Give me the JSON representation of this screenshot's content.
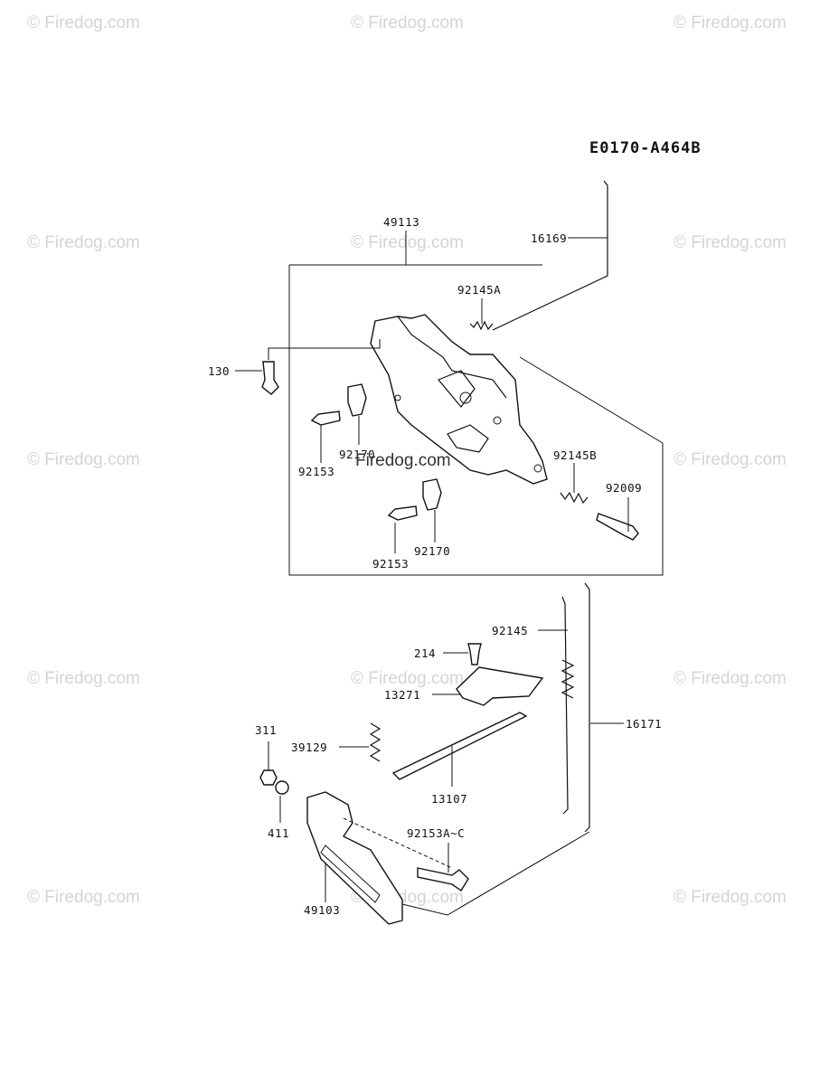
{
  "diagram_code": "E0170-A464B",
  "watermark_text": "© Firedog.com",
  "center_watermark": "Firedog.com",
  "parts": {
    "p16169": "16169",
    "p49113": "49113",
    "p92145A": "92145A",
    "p130": "130",
    "p92153_a": "92153",
    "p92170_a": "92170",
    "p92145B": "92145B",
    "p92009": "92009",
    "p92170_b": "92170",
    "p92153_b": "92153",
    "p92145": "92145",
    "p214": "214",
    "p13271": "13271",
    "p16171": "16171",
    "p311": "311",
    "p39129": "39129",
    "p13107": "13107",
    "p411": "411",
    "p92153AC": "92153A~C",
    "p49103": "49103"
  }
}
